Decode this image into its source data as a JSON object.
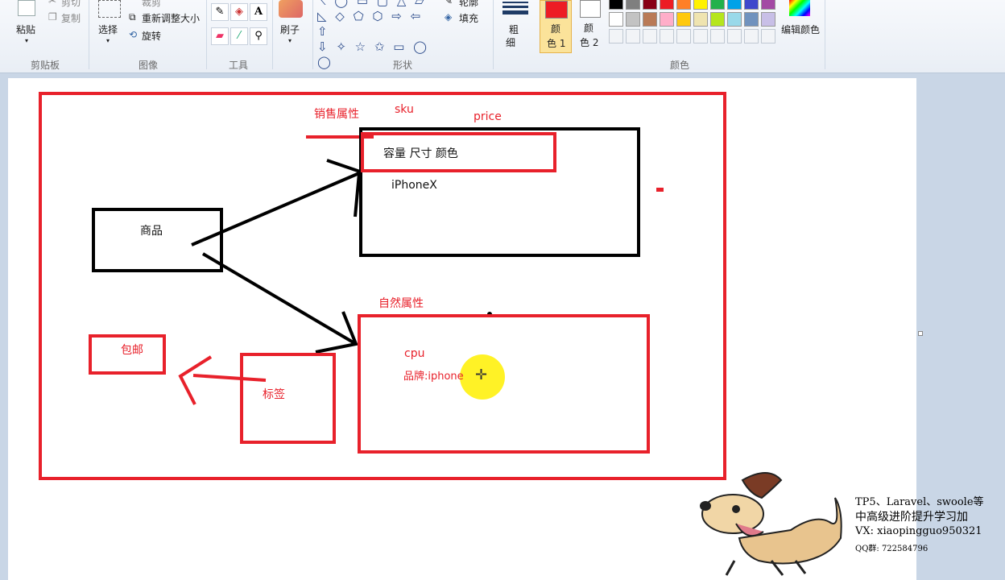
{
  "ribbon": {
    "clipboard": {
      "paste": "粘贴",
      "cut": "剪切",
      "copy": "复制",
      "label": "剪贴板"
    },
    "image": {
      "select": "选择",
      "crop": "裁剪",
      "resize": "重新调整大小",
      "rotate": "旋转",
      "label": "图像"
    },
    "tools": {
      "label": "工具",
      "text_glyph": "A"
    },
    "brush": {
      "label": "刷子"
    },
    "shapes": {
      "outline": "轮廓",
      "fill": "填充",
      "label": "形状"
    },
    "size": {
      "label_line1": "粗",
      "label_line2": "细"
    },
    "color1": {
      "line1": "颜",
      "line2": "色 1"
    },
    "color2": {
      "line1": "颜",
      "line2": "色 2"
    },
    "edit_colors": "编辑颜色",
    "colors_label": "颜色",
    "palette_row1": [
      "#000000",
      "#7f7f7f",
      "#880015",
      "#ed1c24",
      "#ff7f27",
      "#fff200",
      "#22b14c",
      "#00a2e8",
      "#3f48cc",
      "#a349a4"
    ],
    "palette_row2": [
      "#ffffff",
      "#c3c3c3",
      "#b97a57",
      "#ffaec9",
      "#ffc90e",
      "#efe4b0",
      "#b5e61d",
      "#99d9ea",
      "#7092be",
      "#c8bfe7"
    ],
    "color1_value": "#ed1c24",
    "color2_value": "#ffffff"
  },
  "drawing": {
    "sales_attr": "销售属性",
    "sku": "sku",
    "price": "price",
    "sku_header": "容量   尺寸   颜色",
    "iphonex": "iPhoneX",
    "product": "商品",
    "natural_attr": "自然属性",
    "cpu": "cpu",
    "brand": "品牌:iphone",
    "free_shipping": "包邮",
    "tag": "标签"
  },
  "overlay": {
    "line1": "TP5、Laravel、swoole等",
    "line2": "中高级进阶提升学习加",
    "line3": "VX: xiaopingguo950321",
    "line4": "QQ群: 722584796"
  }
}
